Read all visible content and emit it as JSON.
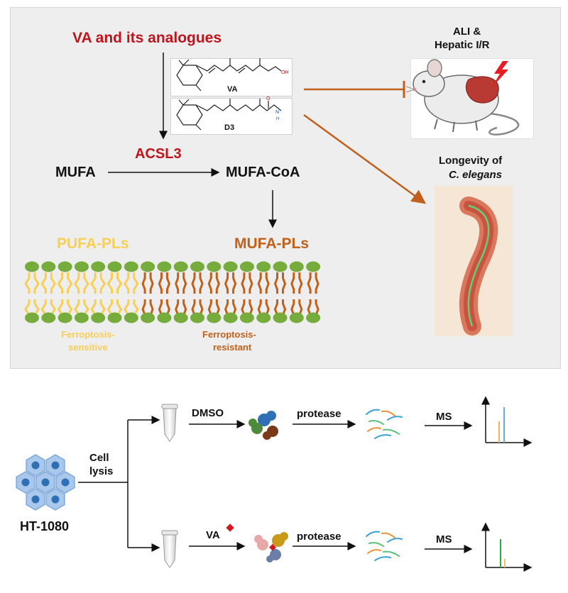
{
  "top_panel": {
    "title": "VA and its analogues",
    "compound_1": "VA",
    "compound_1_group": "OH",
    "compound_2": "D3",
    "compound_2_o": "O",
    "compound_2_n": "N",
    "compound_2_h": "H",
    "enzyme": "ACSL3",
    "substrate": "MUFA",
    "product": "MUFA-CoA",
    "pufa_label": "PUFA-PLs",
    "mufa_label": "MUFA-PLs",
    "pufa_caption_1": "Ferroptosis-",
    "pufa_caption_2": "sensitive",
    "mufa_caption_1": "Ferroptosis-",
    "mufa_caption_2": "resistant",
    "injury_label_1": "ALI &",
    "injury_label_2": "Hepatic I/R",
    "longevity_label_1": "Longevity of",
    "longevity_label_2": "C. elegans"
  },
  "bottom_panel": {
    "cell_line": "HT-1080",
    "step_1": "Cell",
    "step_2": "lysis",
    "control_treatment": "DMSO",
    "drug_treatment": "VA",
    "protease_top": "protease",
    "protease_bottom": "protease",
    "ms_top": "MS",
    "ms_bottom": "MS"
  },
  "colors": {
    "red_text": "#c0141c",
    "pufa_yellow": "#f6cf55",
    "mufa_brown": "#c0601a",
    "headgroup_green": "#76ac3c",
    "arrow_orange": "#c0601a",
    "panel_bg": "#eeeeee"
  },
  "icons": [
    "mouse-icon",
    "liver-lightning-icon",
    "worm-icon",
    "tube-icon",
    "cell-cluster-icon",
    "protein-blob-icon",
    "peptide-fragments-icon",
    "spectrum-icon",
    "drug-diamond-icon"
  ]
}
